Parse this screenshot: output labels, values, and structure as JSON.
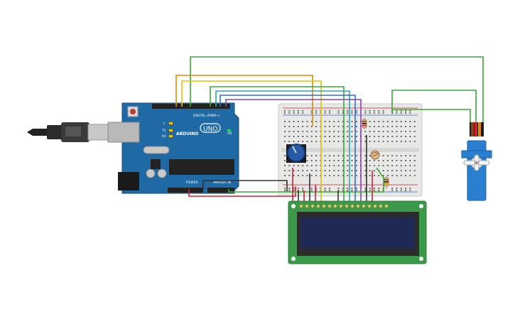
{
  "arduino": {
    "brand": "ARDUINO",
    "model": "UNO",
    "digital_label": "DIGITAL (PWM~)",
    "analog_label": "ANALOG IN",
    "power_label": "POWER",
    "on_label": "ON",
    "tx_label": "TX",
    "rx_label": "RX",
    "l_label": "L"
  },
  "colors": {
    "board": "#1f6aa5",
    "breadboard": "#e8e8e6",
    "lcd_pcb": "#3a9a4a",
    "lcd_screen": "#1e2a55",
    "servo": "#2a7fd0",
    "wire_green": "#3aa83a",
    "wire_orange": "#e08a00",
    "wire_yellow": "#e8c000",
    "wire_blue": "#2e6fd6",
    "wire_teal": "#2aa5b5",
    "wire_purple": "#8a3fbf",
    "wire_red": "#d02030",
    "wire_black": "#303030"
  },
  "components": [
    "usb-cable",
    "arduino-uno",
    "breadboard",
    "potentiometer",
    "photoresistor",
    "resistor",
    "lcd-16x2",
    "servo-motor"
  ]
}
